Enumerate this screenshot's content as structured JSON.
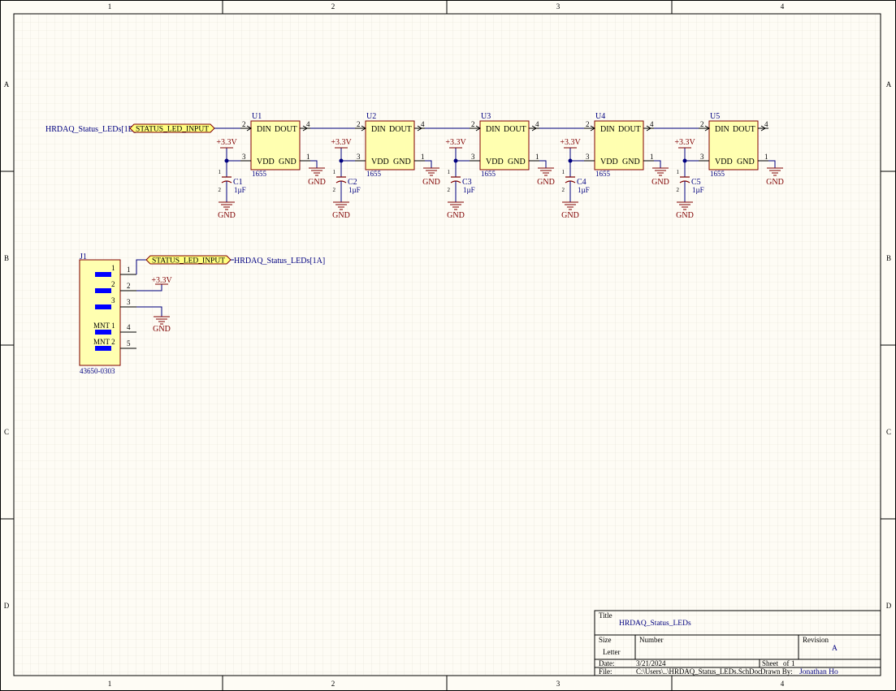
{
  "sheet": {
    "zones_columns": [
      "1",
      "2",
      "3",
      "4"
    ],
    "zones_rows": [
      "A",
      "B",
      "C",
      "D"
    ]
  },
  "net_labels": {
    "input_sheet_ref": "HRDAQ_Status_LEDs[1B]",
    "connector_sheet_ref": "HRDAQ_Status_LEDs[1A]"
  },
  "ports": {
    "led_input": "STATUS_LED_INPUT"
  },
  "power": {
    "v33": "+3.3V",
    "gnd": "GND"
  },
  "chain": [
    {
      "ref": "U1",
      "value": "1655",
      "cap_ref": "C1",
      "cap_value": "1µF",
      "din": "DIN",
      "dout": "DOUT",
      "vdd": "VDD",
      "gnd": "GND",
      "pin_din": "2",
      "pin_dout": "4",
      "pin_vdd": "3",
      "pin_gnd": "1",
      "cap_pin_top": "1",
      "cap_pin_bot": "2"
    },
    {
      "ref": "U2",
      "value": "1655",
      "cap_ref": "C2",
      "cap_value": "1µF",
      "din": "DIN",
      "dout": "DOUT",
      "vdd": "VDD",
      "gnd": "GND",
      "pin_din": "2",
      "pin_dout": "4",
      "pin_vdd": "3",
      "pin_gnd": "1",
      "cap_pin_top": "1",
      "cap_pin_bot": "2"
    },
    {
      "ref": "U3",
      "value": "1655",
      "cap_ref": "C3",
      "cap_value": "1µF",
      "din": "DIN",
      "dout": "DOUT",
      "vdd": "VDD",
      "gnd": "GND",
      "pin_din": "2",
      "pin_dout": "4",
      "pin_vdd": "3",
      "pin_gnd": "1",
      "cap_pin_top": "1",
      "cap_pin_bot": "2"
    },
    {
      "ref": "U4",
      "value": "1655",
      "cap_ref": "C4",
      "cap_value": "1µF",
      "din": "DIN",
      "dout": "DOUT",
      "vdd": "VDD",
      "gnd": "GND",
      "pin_din": "2",
      "pin_dout": "4",
      "pin_vdd": "3",
      "pin_gnd": "1",
      "cap_pin_top": "1",
      "cap_pin_bot": "2"
    },
    {
      "ref": "U5",
      "value": "1655",
      "cap_ref": "C5",
      "cap_value": "1µF",
      "din": "DIN",
      "dout": "DOUT",
      "vdd": "VDD",
      "gnd": "GND",
      "pin_din": "2",
      "pin_dout": "4",
      "pin_vdd": "3",
      "pin_gnd": "1",
      "cap_pin_top": "1",
      "cap_pin_bot": "2"
    }
  ],
  "connector": {
    "ref": "J1",
    "value": "43650-0303",
    "inner_pins": [
      "1",
      "2",
      "3",
      "MNT 1",
      "MNT 2"
    ],
    "outer_pins": [
      "1",
      "2",
      "3",
      "4",
      "5"
    ]
  },
  "title_block": {
    "title_label": "Title",
    "title": "HRDAQ_Status_LEDs",
    "size_label": "Size",
    "size": "Letter",
    "number_label": "Number",
    "revision_label": "Revision",
    "revision": "A",
    "date_label": "Date:",
    "date": "3/21/2024",
    "sheet_label": "Sheet",
    "sheet_of": "of",
    "sheet_total": "1",
    "file_label": "File:",
    "file": "C:\\Users\\..\\HRDAQ_Status_LEDs.SchDoc",
    "drawn_label": "Drawn By:",
    "drawn_by": "Jonathan Ho"
  }
}
